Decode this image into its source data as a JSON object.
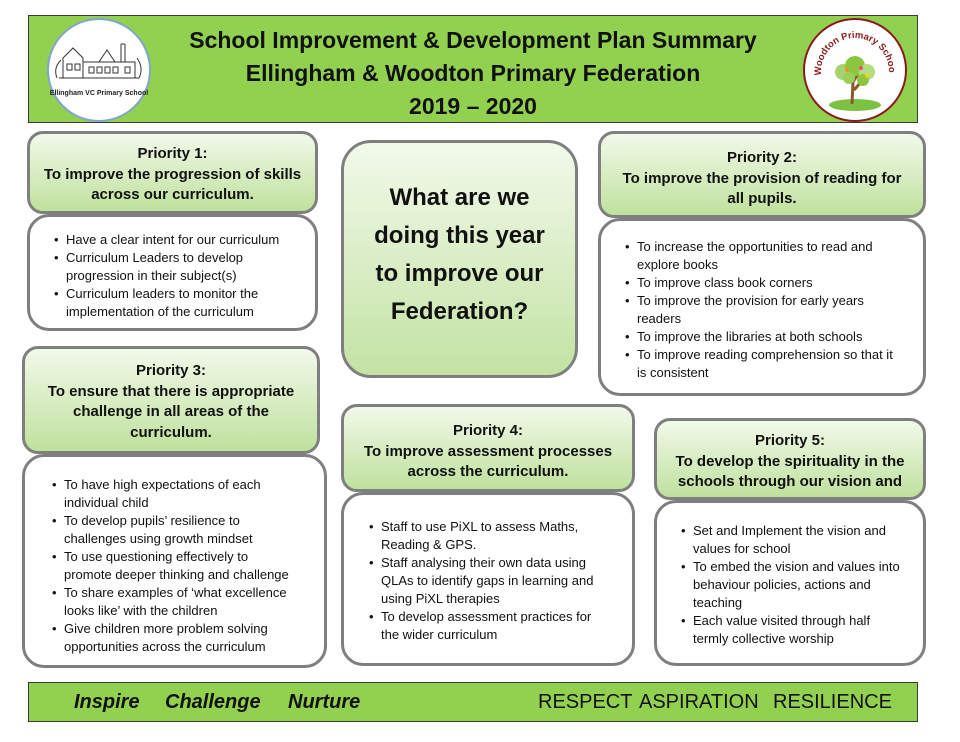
{
  "header": {
    "title_line1": "School Improvement & Development Plan Summary",
    "title_line2": "Ellingham & Woodton Primary Federation",
    "title_line3": "2019 – 2020",
    "logo_left_text": "Ellingham VC Primary School",
    "logo_right_text": "Woodton Primary School"
  },
  "center": {
    "line1": "What are we",
    "line2": "doing this year",
    "line3": "to improve our",
    "line4": "Federation?"
  },
  "priority1": {
    "heading": "Priority 1:",
    "line1": "To improve the progression of skills",
    "line2": "across our curriculum.",
    "bullets": [
      [
        "Have a clear intent for our curriculum"
      ],
      [
        "Curriculum Leaders to develop",
        "progression in their subject(s)"
      ],
      [
        "Curriculum leaders to monitor the",
        "implementation of the curriculum"
      ]
    ]
  },
  "priority2": {
    "heading": "Priority 2:",
    "line1": "To improve the provision of reading for",
    "line2": "all pupils.",
    "bullets": [
      [
        "To increase the opportunities to read and",
        "explore books"
      ],
      [
        "To improve class book corners"
      ],
      [
        "To improve the provision for early years",
        "readers"
      ],
      [
        "To improve the libraries at both schools"
      ],
      [
        "To improve reading comprehension so that it",
        "is consistent"
      ]
    ]
  },
  "priority3": {
    "heading": "Priority 3:",
    "line1": "To ensure that there is appropriate",
    "line2": "challenge in all areas of the",
    "line3": "curriculum.",
    "bullets": [
      [
        "To have high expectations of each",
        "individual child"
      ],
      [
        "To develop pupils’ resilience to",
        "challenges using growth mindset"
      ],
      [
        "To use questioning effectively to",
        "promote deeper thinking and challenge"
      ],
      [
        "To share examples of ‘what excellence",
        "looks like’ with the children"
      ],
      [
        "Give children more problem solving",
        "opportunities across the curriculum"
      ]
    ]
  },
  "priority4": {
    "heading": "Priority 4:",
    "line1": "To improve assessment processes",
    "line2": "across the curriculum.",
    "bullets": [
      [
        "Staff to use PiXL to assess Maths,",
        "Reading & GPS."
      ],
      [
        "Staff analysing their own data using",
        "QLAs to identify gaps in learning and",
        "using PiXL therapies"
      ],
      [
        "To develop assessment practices for",
        "the wider curriculum"
      ]
    ]
  },
  "priority5": {
    "heading": "Priority 5:",
    "line1": "To develop the spirituality in the",
    "line2": "schools through our vision and",
    "bullets": [
      [
        "Set and Implement the vision and",
        "values for school"
      ],
      [
        "To embed the vision and values into",
        "behaviour policies, actions and",
        "teaching"
      ],
      [
        "Each value visited through half",
        "termly collective worship"
      ]
    ]
  },
  "footer": {
    "motto1": "Inspire",
    "motto2": "Challenge",
    "motto3": "Nurture",
    "value1": "RESPECT",
    "value2": "ASPIRATION",
    "value3": "RESILIENCE"
  },
  "colors": {
    "banner_green": "#92d050",
    "box_border": "#7f7f7f",
    "box_gradient_light": "#f2f9ea",
    "box_gradient_dark": "#bfe19d"
  }
}
